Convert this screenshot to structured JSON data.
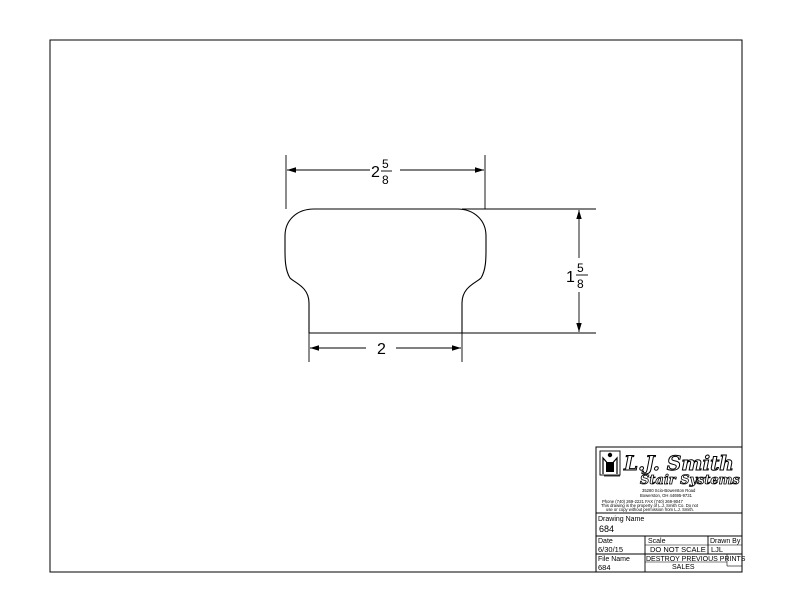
{
  "drawing": {
    "dim_top": {
      "whole": "2",
      "num": "5",
      "den": "8"
    },
    "dim_right": {
      "whole": "1",
      "num": "5",
      "den": "8"
    },
    "dim_bottom": "2"
  },
  "title_block": {
    "company_name": "L.J. Smith",
    "company_sub": "Stair Systems",
    "address_line1": "35280 Scio-Bowerston Road",
    "address_line2": "Bowerston, OH 44695-9731",
    "phone_line": "Phone (740) 269-2221      FAX (740) 269-9047",
    "notice_line1": "This drawing is the property of L.J. Smith Co. Do not",
    "notice_line2": "use or copy without permission from L.J. Smith.",
    "drawing_name_label": "Drawing Name",
    "drawing_name_value": "684",
    "date_label": "Date",
    "date_value": "6/30/15",
    "scale_label": "Scale",
    "scale_value": "DO NOT SCALE",
    "drawn_by_label": "Drawn By",
    "drawn_by_value": "LJL",
    "file_name_label": "File Name",
    "file_name_value": "684",
    "destroy_note": "DESTROY PREVIOUS PRINTS",
    "sales_note": "SALES"
  }
}
